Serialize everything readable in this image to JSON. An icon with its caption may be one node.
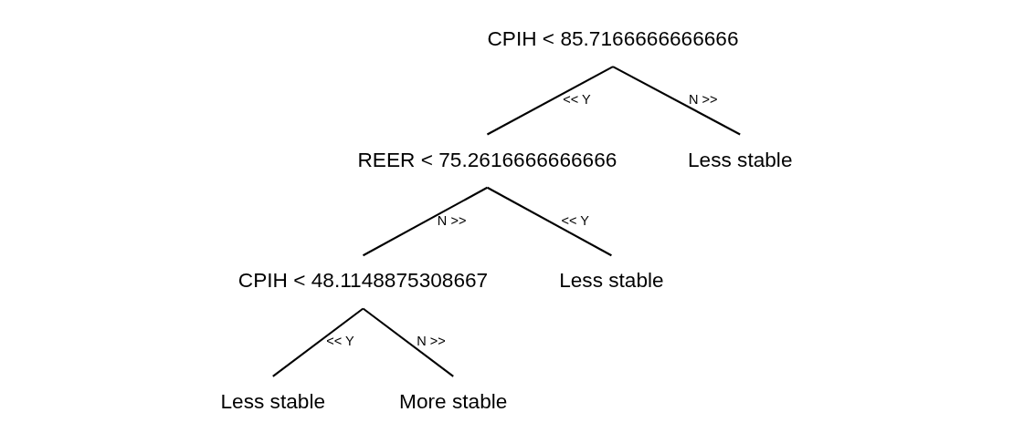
{
  "diagram": {
    "nodes": [
      {
        "text": [
          "CPIH < 85.7166666666666"
        ]
      },
      {
        "text": [
          "REER < 75.2616666666666"
        ]
      },
      {
        "text": [
          "Less stable"
        ]
      },
      {
        "text": [
          "CPIH < 48.1148875308667"
        ]
      },
      {
        "text": [
          "Less stable"
        ]
      },
      {
        "text": [
          "Less stable"
        ]
      },
      {
        "text": [
          "More stable"
        ]
      }
    ],
    "edges": [
      {
        "from": 0,
        "to": 1,
        "arrow": "none",
        "label": "<< Y"
      },
      {
        "from": 0,
        "to": 2,
        "arrow": "none",
        "label": "N >>"
      },
      {
        "from": 1,
        "to": 4,
        "arrow": "none",
        "label": "<< Y"
      },
      {
        "from": 1,
        "to": 3,
        "arrow": "none",
        "label": "N >>"
      },
      {
        "from": 3,
        "to": 5,
        "arrow": "none",
        "label": "<< Y"
      },
      {
        "from": 3,
        "to": 6,
        "arrow": "none",
        "label": "N >>"
      }
    ]
  }
}
